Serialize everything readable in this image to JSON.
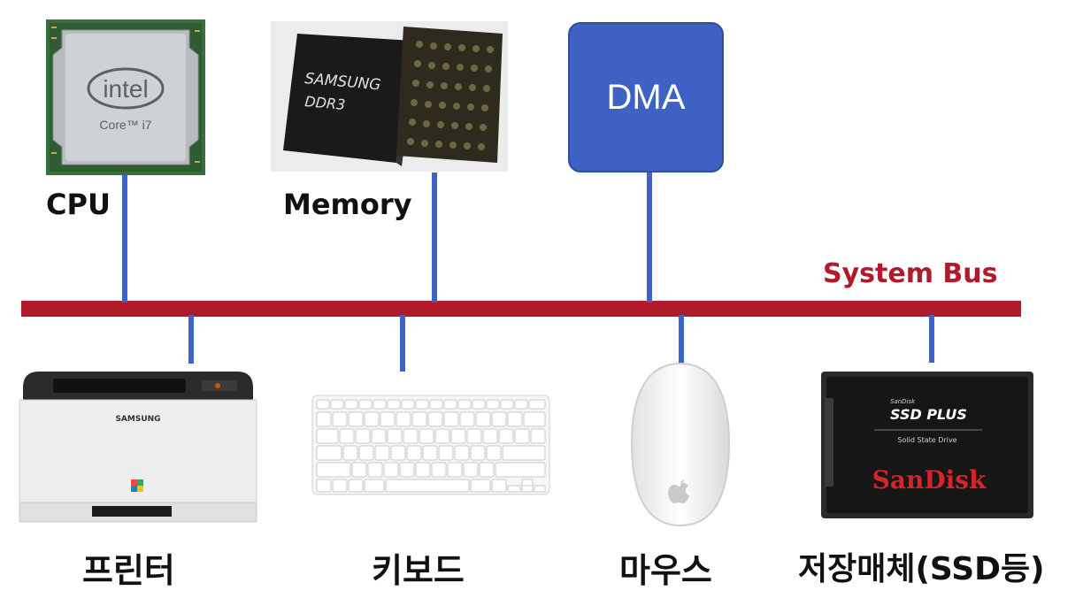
{
  "colors": {
    "bus": "#b01a2a",
    "wire": "#3d63c4",
    "dma_fill": "#3e62c4",
    "bus_label": "#b01a2a"
  },
  "bus": {
    "label": "System Bus"
  },
  "top_components": [
    {
      "id": "cpu",
      "label": "CPU",
      "image": "intel-core-i7-chip",
      "chip_text": [
        "intel",
        "Core™ i7"
      ]
    },
    {
      "id": "memory",
      "label": "Memory",
      "image": "samsung-ddr3-chip",
      "chip_text": [
        "SAMSUNG",
        "DDR3"
      ]
    },
    {
      "id": "dma",
      "label": "DMA",
      "image": "dma-box"
    }
  ],
  "bottom_components": [
    {
      "id": "printer",
      "label": "프린터",
      "image": "samsung-printer",
      "brand": "SAMSUNG"
    },
    {
      "id": "keyboard",
      "label": "키보드",
      "image": "keyboard"
    },
    {
      "id": "mouse",
      "label": "마우스",
      "image": "apple-mouse"
    },
    {
      "id": "storage",
      "label": "저장매체(SSD등)",
      "image": "sandisk-ssd",
      "ssd_text": [
        "SanDisk",
        "SSD PLUS",
        "Solid State Drive",
        "SanDisk"
      ]
    }
  ]
}
